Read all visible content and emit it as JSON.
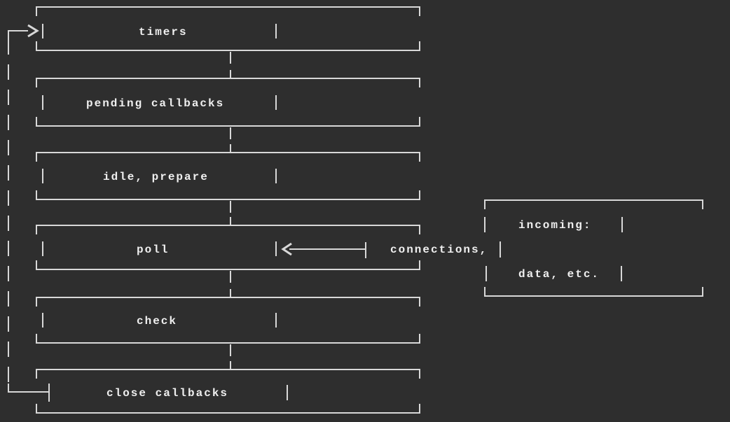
{
  "colors": {
    "bg": "#2e2e2e",
    "line": "#d8d8d8",
    "text": "#efefef"
  },
  "event_loop": {
    "phases": [
      {
        "label": "timers"
      },
      {
        "label": "pending callbacks"
      },
      {
        "label": "idle, prepare"
      },
      {
        "label": "poll"
      },
      {
        "label": "check"
      },
      {
        "label": "close callbacks"
      }
    ]
  },
  "incoming_box": {
    "rows": [
      {
        "label": "incoming:"
      },
      {
        "label": "connections,"
      },
      {
        "label": "data, etc."
      }
    ]
  }
}
